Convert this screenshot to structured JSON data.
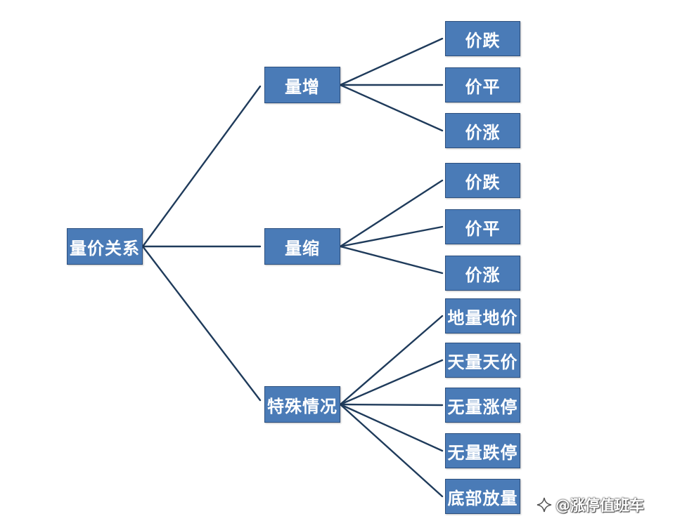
{
  "colors": {
    "node": "#4a7bb7",
    "edge": "#1f3b5b"
  },
  "root": {
    "id": "root",
    "label": "量价关系"
  },
  "branches": [
    {
      "id": "b1",
      "label": "量增",
      "children": [
        "价跌",
        "价平",
        "价涨"
      ]
    },
    {
      "id": "b2",
      "label": "量缩",
      "children": [
        "价跌",
        "价平",
        "价涨"
      ]
    },
    {
      "id": "b3",
      "label": "特殊情况",
      "children": [
        "地量地价",
        "天量天价",
        "无量涨停",
        "无量跌停",
        "底部放量"
      ]
    }
  ],
  "watermark": {
    "icon": "sparkle-icon",
    "text": "@涨停值班车"
  }
}
